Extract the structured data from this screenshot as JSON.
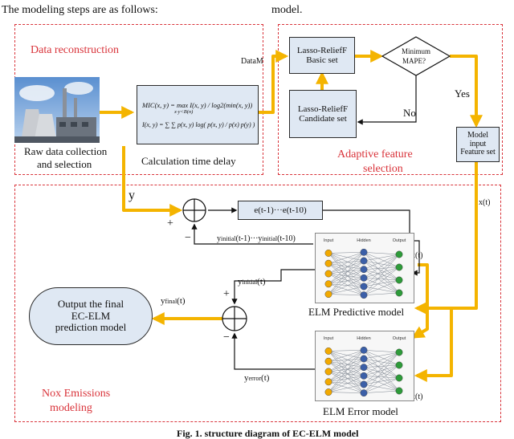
{
  "header": {
    "left": "The modeling steps are as follows:",
    "right": "model."
  },
  "data_reconstruction": {
    "title": "Data reconstruction",
    "raw_line1": "Raw data collection",
    "raw_line2": "and selection",
    "formula_mic": "MIC(x, y) = max I(x, y) / log2(min(x, y))",
    "formula_mic_cond": "x·y<B(n)",
    "formula_mi": "I(x, y) = ∑ ∑ p(x, y) log( p(x, y) / p(x) p(y) )",
    "calc_label": "Calculation time delay",
    "data_label": "DataM"
  },
  "adaptive": {
    "basic_line1": "Lasso-ReliefF",
    "basic_line2": "Basic set",
    "decision_line1": "Minimum",
    "decision_line2": "MAPE?",
    "yes": "Yes",
    "no": "No",
    "candidate_line1": "Lasso-ReliefF",
    "candidate_line2": "Candidate set",
    "title_line1": "Adaptive feature",
    "title_line2": "selection",
    "model_input_line1": "Model",
    "model_input_line2": "input",
    "model_input_line3": "Feature set"
  },
  "nox": {
    "y_label": "y",
    "plus1": "+",
    "minus1": "−",
    "error_sequence": "e(t-1)···e(t-10)",
    "y_initial_seq": "y",
    "y_initial_seq_sub1": "initial",
    "y_initial_seq_mid": "(t-1)···y",
    "y_initial_seq_sub2": "initial",
    "y_initial_seq_end": "(t-10)",
    "xt_right": "x(t)",
    "xt_pred": "x(t)",
    "xt_err": "x(t)",
    "y_initial": "y",
    "y_initial_sub": "initial",
    "y_initial_end": "(t)",
    "plus2": "+",
    "minus2": "−",
    "y_final": "y",
    "y_final_sub": "final",
    "y_final_end": "(t)",
    "output_line1": "Output the final",
    "output_line2": "EC-ELM",
    "output_line3": "prediction model",
    "pred_model_label": "ELM Predictive model",
    "y_error": "y",
    "y_error_sub": "error",
    "y_error_end": "(t)",
    "err_model_label": "ELM Error model",
    "title_line1": "Nox Emissions",
    "title_line2": "modeling",
    "nn_head_input": "Input",
    "nn_head_hidden": "Hidden",
    "nn_head_output": "Output"
  },
  "caption": "Fig. 1.   structure diagram of EC-ELM model",
  "colors": {
    "arrow": "#f4b400",
    "dash": "#d9333a",
    "box_fill": "#dfe8f3",
    "node_input": "#f2a900",
    "node_hidden": "#3b5fa8",
    "node_output": "#2e9b3a"
  }
}
